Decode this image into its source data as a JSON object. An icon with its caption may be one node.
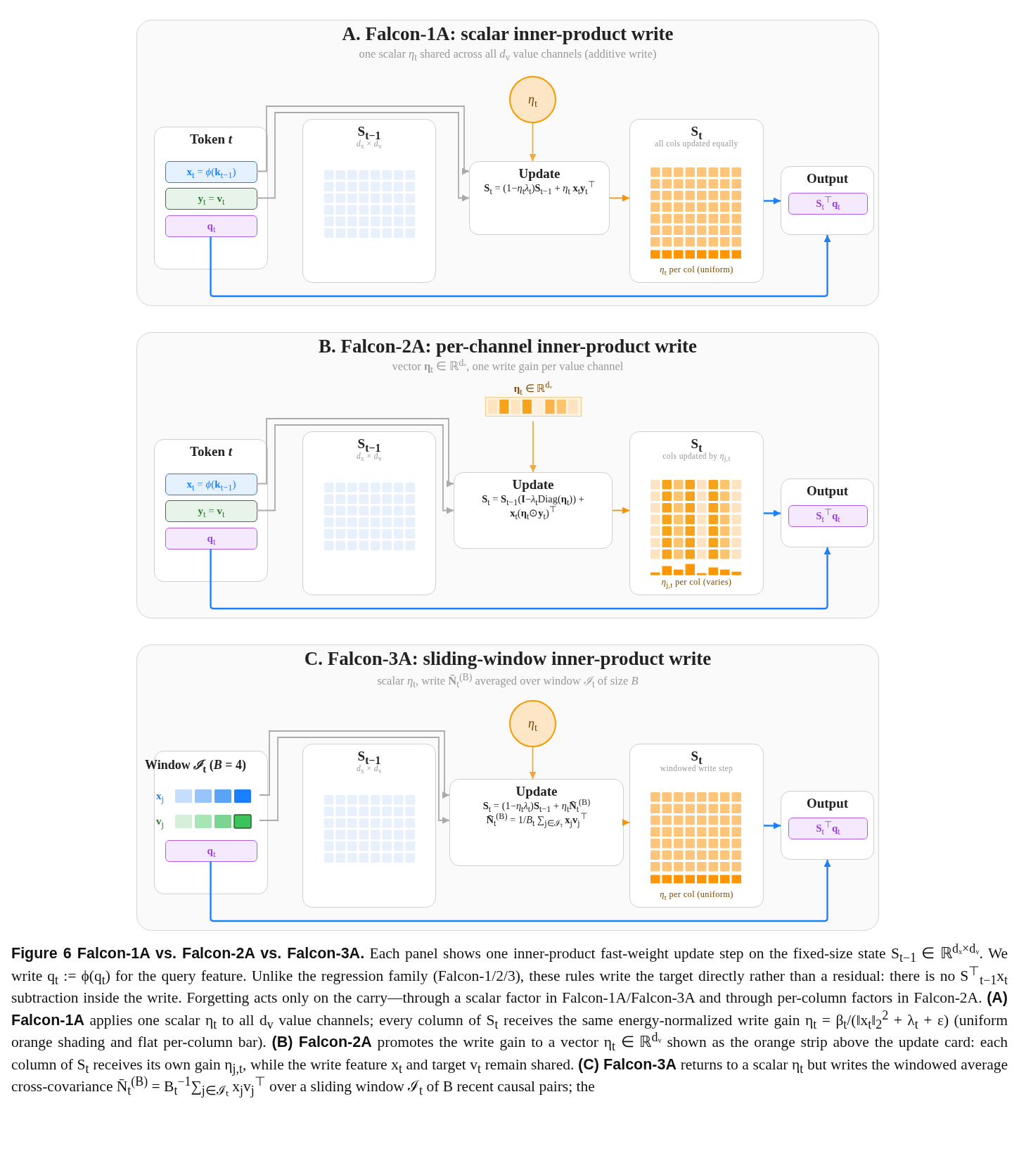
{
  "diagram": {
    "nodes": [
      {
        "text": [
          "A. Falcon-1A: scalar inner-product write",
          "one scalar *η*$_{t}$ shared across all *d*$_{v}$ value channels (additive write)"
        ]
      },
      {
        "text": [
          "Token *t*"
        ],
        "in": 0
      },
      {
        "text": [
          "**x**$_{t}$ = *ϕ*(**k**$_{t−1}$)"
        ],
        "in": 1
      },
      {
        "text": [
          "**y**$_{t}$ = **v**$_{t}$"
        ],
        "in": 1
      },
      {
        "text": [
          "**q**$_{t}$"
        ],
        "in": 1
      },
      {
        "text": [
          "**S**$_{t−1}$",
          "*d*$_{x}$ × *d*$_{v}$"
        ],
        "in": 0
      },
      {
        "text": [
          "*η*$_{t}$"
        ],
        "in": 0
      },
      {
        "text": [
          "Update",
          "**S**$_{t}$ = (1−*η*$_{t}$*λ*$_{t}$)**S**$_{t−1}$ + *η*$_{t}$ **x**$_{t}$**y**$_{t}$$^{⊤}$"
        ],
        "in": 0
      },
      {
        "text": [
          "**S**$_{t}$",
          "all cols updated equally",
          "*η*$_{t}$ per col (uniform)"
        ],
        "in": 0
      },
      {
        "text": [
          "Output"
        ],
        "in": 0
      },
      {
        "text": [
          "**S**$_{t}$$^{⊤}$**q**$_{t}$"
        ],
        "in": 9
      },
      {
        "text": [
          "B. Falcon-2A: per-channel inner-product write",
          "vector **η**$_{t}$ ∈ ℝ$^{dᵥ}$, one write gain per value channel"
        ]
      },
      {
        "text": [
          "Token *t*"
        ],
        "in": 11
      },
      {
        "text": [
          "**x**$_{t}$ = *ϕ*(**k**$_{t−1}$)"
        ],
        "in": 12
      },
      {
        "text": [
          "**y**$_{t}$ = **v**$_{t}$"
        ],
        "in": 12
      },
      {
        "text": [
          "**q**$_{t}$"
        ],
        "in": 12
      },
      {
        "text": [
          "**S**$_{t−1}$",
          "*d*$_{x}$ × *d*$_{v}$"
        ],
        "in": 11
      },
      {
        "text": [
          "**η**$_{t}$ ∈ ℝ$^{dᵥ}$"
        ],
        "in": 11
      },
      {
        "text": [
          "Update",
          "**S**$_{t}$ = **S**$_{t−1}$(**I**−*λ*$_{t}$Diag(**η**$_{t}$)) + **x**$_{t}$(**η**$_{t}$⊙**y**$_{t}$)$^{⊤}$"
        ],
        "in": 11
      },
      {
        "text": [
          "**S**$_{t}$",
          "cols updated by *η*$_{j,t}$",
          "*η*$_{j,t}$ per col (varies)"
        ],
        "in": 11
      },
      {
        "text": [
          "Output"
        ],
        "in": 11
      },
      {
        "text": [
          "**S**$_{t}$$^{⊤}$**q**$_{t}$"
        ],
        "in": 20
      },
      {
        "text": [
          "C. Falcon-3A: sliding-window inner-product write",
          "scalar *η*$_{t}$, write **N̄**$_{t}$$^{(B)}$ averaged over window *ℐ*$_{t}$ of size *B*"
        ]
      },
      {
        "text": [
          "Window *ℐ*$_{t}$ (*B* = 4)"
        ],
        "in": 22
      },
      {
        "text": [
          "**x**$_{j}$"
        ],
        "in": 23
      },
      {
        "text": [
          "**v**$_{j}$"
        ],
        "in": 23
      },
      {
        "text": [
          "**q**$_{t}$"
        ],
        "in": 23
      },
      {
        "text": [
          "**S**$_{t−1}$",
          "*d*$_{x}$ × *d*$_{v}$"
        ],
        "in": 22
      },
      {
        "text": [
          "*η*$_{t}$"
        ],
        "in": 22
      },
      {
        "text": [
          "Update",
          "**S**$_{t}$ = (1−*η*$_{t}$*λ*$_{t}$)**S**$_{t−1}$ + *η*$_{t}$**N̄**$_{t}$$^{(B)}$",
          "**N̄**$_{t}$$^{(B)}$ = 1/*B*$_{t}$ ∑$_{j∈ℐₜ}$ **x**$_{j}$**v**$_{j}$$^{⊤}$"
        ],
        "in": 22
      },
      {
        "text": [
          "**S**$_{t}$",
          "windowed write step",
          "*η*$_{t}$ per col (uniform)"
        ],
        "in": 22
      },
      {
        "text": [
          "Output"
        ],
        "in": 22
      },
      {
        "text": [
          "**S**$_{t}$$^{⊤}$**q**$_{t}$"
        ],
        "in": 31
      }
    ],
    "edges": [
      {
        "from": 2,
        "to": 7,
        "arrow": "to",
        "color": "#aaaaaa"
      },
      {
        "from": 3,
        "to": 7,
        "arrow": "to",
        "color": "#aaaaaa"
      },
      {
        "from": 6,
        "to": 7,
        "arrow": "to",
        "color": "#f5a83a"
      },
      {
        "from": 7,
        "to": 8,
        "arrow": "to",
        "color": "#f59300"
      },
      {
        "from": 8,
        "to": 9,
        "arrow": "to",
        "color": "#1a7fff"
      },
      {
        "from": 4,
        "to": 9,
        "arrow": "to",
        "color": "#1a7fff"
      },
      {
        "from": 13,
        "to": 18,
        "arrow": "to",
        "color": "#aaaaaa"
      },
      {
        "from": 14,
        "to": 18,
        "arrow": "to",
        "color": "#aaaaaa"
      },
      {
        "from": 17,
        "to": 18,
        "arrow": "to",
        "color": "#f5a83a"
      },
      {
        "from": 18,
        "to": 19,
        "arrow": "to",
        "color": "#f59300"
      },
      {
        "from": 19,
        "to": 20,
        "arrow": "to",
        "color": "#1a7fff"
      },
      {
        "from": 15,
        "to": 20,
        "arrow": "to",
        "color": "#1a7fff"
      },
      {
        "from": 24,
        "to": 29,
        "arrow": "to",
        "color": "#aaaaaa"
      },
      {
        "from": 25,
        "to": 29,
        "arrow": "to",
        "color": "#aaaaaa"
      },
      {
        "from": 28,
        "to": 29,
        "arrow": "to",
        "color": "#f5a83a"
      },
      {
        "from": 29,
        "to": 30,
        "arrow": "to",
        "color": "#f59300"
      },
      {
        "from": 30,
        "to": 31,
        "arrow": "to",
        "color": "#1a7fff"
      },
      {
        "from": 26,
        "to": 31,
        "arrow": "to",
        "color": "#1a7fff"
      }
    ],
    "caption": "**Figure 6  Falcon-1A vs. Falcon-2A vs. Falcon-3A.** Each panel shows one inner-product fast-weight update step on the fixed-size state S$_{t−1}$ ∈ ℝ$^{dₓ×dᵥ}$. We write q$_{t}$ := ϕ(q$_{t}$) for the query feature. Unlike the regression family (Falcon-1/2/3), these rules write the target directly rather than a residual: there is no S$^{⊤}$$_{t−1}$x$_{t}$ subtraction inside the write. Forgetting acts only on the carry—through a scalar factor in Falcon-1A/Falcon-3A and through per-column factors in Falcon-2A. **(A) Falcon-1A** applies one scalar η$_{t}$ to all d$_{v}$ value channels; every column of S$_{t}$ receives the same energy-normalized write gain η$_{t}$ = β$_{t}$/(‖x$_{t}$‖$_{2}$$^{2}$ + λ$_{t}$ + ε) (uniform orange shading and flat per-column bar). **(B) Falcon-2A** promotes the write gain to a vector η$_{t}$ ∈ ℝ$^{dᵥ}$ shown as the orange strip above the update card: each column of S$_{t}$ receives its own gain η$_{j,t}$, while the write feature x$_{t}$ and target v$_{t}$ remain shared. **(C) Falcon-3A** returns to a scalar η$_{t}$ but writes the windowed average cross-covariance N̄$_{t}$$^{(B)}$ = B$_{t}$$^{−1}$∑$_{j∈ℐₜ}$ x$_{j}$v$_{j}$$^{⊤}$ over a sliding window ℐ$_{t}$ of B recent causal pairs; the"
  }
}
